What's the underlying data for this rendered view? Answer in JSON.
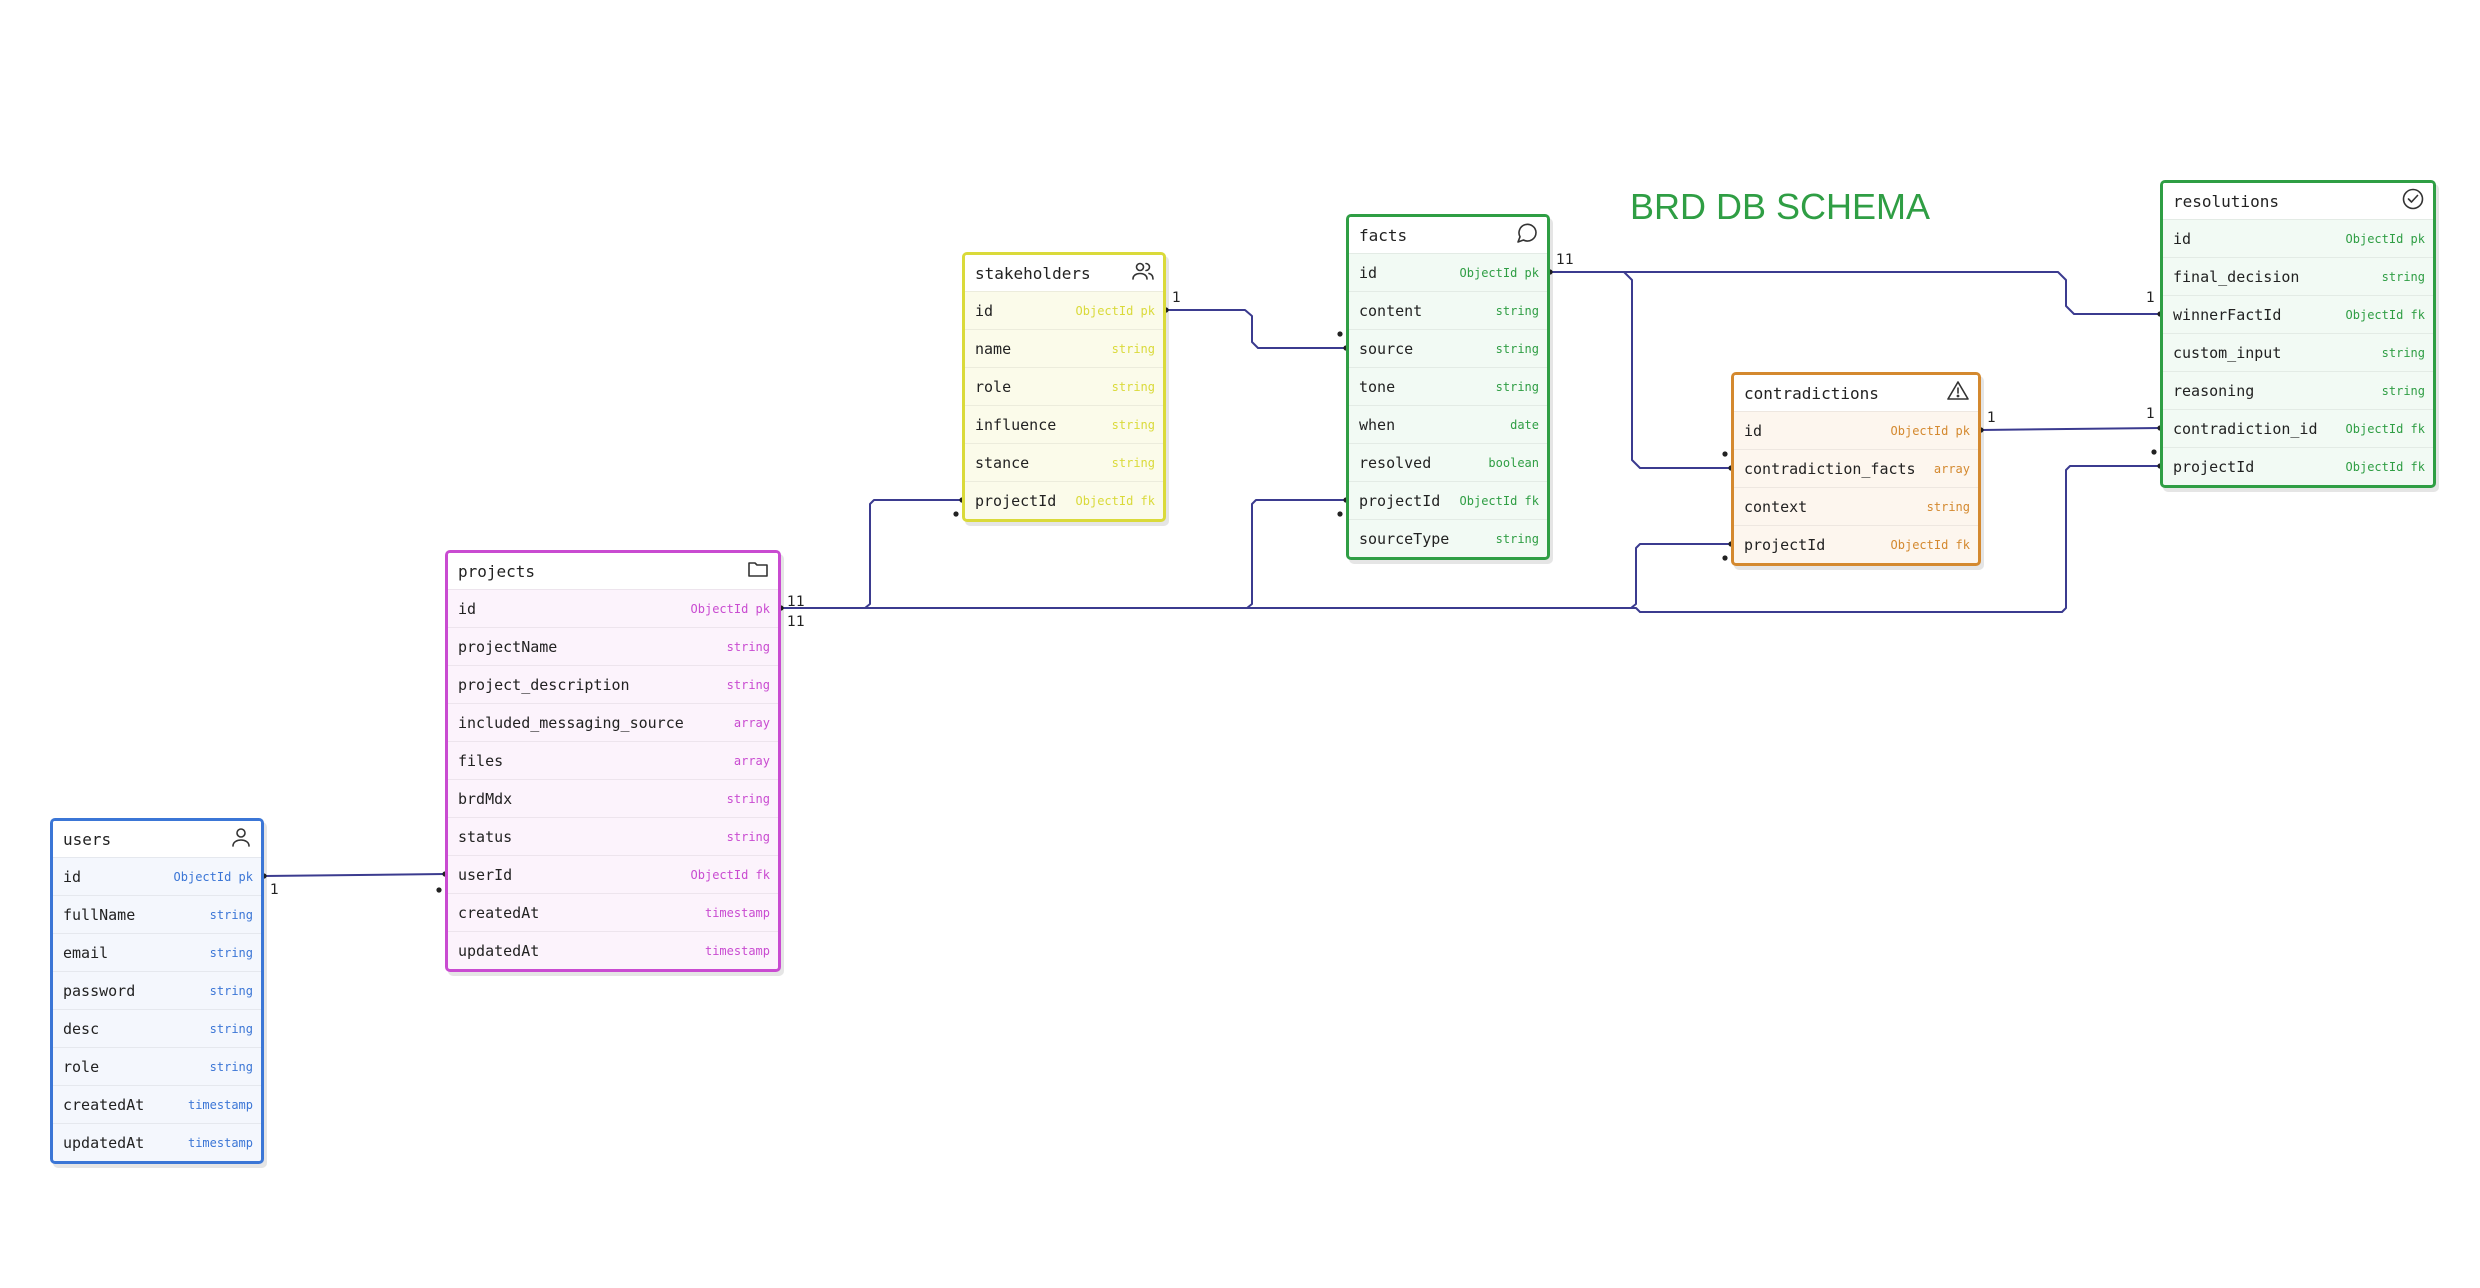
{
  "title": "BRD DB SCHEMA",
  "colors": {
    "users": "#3b76d6",
    "projects": "#c94bd1",
    "stakeholders": "#dada3a",
    "facts": "#2f9e44",
    "contradictions": "#d4892f",
    "resolutions": "#2f9e44",
    "connector": "#3b3b8f"
  },
  "tables": {
    "users": {
      "name": "users",
      "icon": "user-icon",
      "columns": [
        {
          "name": "id",
          "type": "ObjectId  pk"
        },
        {
          "name": "fullName",
          "type": "string"
        },
        {
          "name": "email",
          "type": "string"
        },
        {
          "name": "password",
          "type": "string"
        },
        {
          "name": "desc",
          "type": "string"
        },
        {
          "name": "role",
          "type": "string"
        },
        {
          "name": "createdAt",
          "type": "timestamp"
        },
        {
          "name": "updatedAt",
          "type": "timestamp"
        }
      ]
    },
    "projects": {
      "name": "projects",
      "icon": "folder-icon",
      "columns": [
        {
          "name": "id",
          "type": "ObjectId  pk"
        },
        {
          "name": "projectName",
          "type": "string"
        },
        {
          "name": "project_description",
          "type": "string"
        },
        {
          "name": "included_messaging_source",
          "type": "array"
        },
        {
          "name": "files",
          "type": "array"
        },
        {
          "name": "brdMdx",
          "type": "string"
        },
        {
          "name": "status",
          "type": "string"
        },
        {
          "name": "userId",
          "type": "ObjectId  fk"
        },
        {
          "name": "createdAt",
          "type": "timestamp"
        },
        {
          "name": "updatedAt",
          "type": "timestamp"
        }
      ]
    },
    "stakeholders": {
      "name": "stakeholders",
      "icon": "users-icon",
      "columns": [
        {
          "name": "id",
          "type": "ObjectId  pk"
        },
        {
          "name": "name",
          "type": "string"
        },
        {
          "name": "role",
          "type": "string"
        },
        {
          "name": "influence",
          "type": "string"
        },
        {
          "name": "stance",
          "type": "string"
        },
        {
          "name": "projectId",
          "type": "ObjectId  fk"
        }
      ]
    },
    "facts": {
      "name": "facts",
      "icon": "message-circle-icon",
      "columns": [
        {
          "name": "id",
          "type": "ObjectId  pk"
        },
        {
          "name": "content",
          "type": "string"
        },
        {
          "name": "source",
          "type": "string"
        },
        {
          "name": "tone",
          "type": "string"
        },
        {
          "name": "when",
          "type": "date"
        },
        {
          "name": "resolved",
          "type": "boolean"
        },
        {
          "name": "projectId",
          "type": "ObjectId  fk"
        },
        {
          "name": "sourceType",
          "type": "string"
        }
      ]
    },
    "contradictions": {
      "name": "contradictions",
      "icon": "alert-triangle-icon",
      "columns": [
        {
          "name": "id",
          "type": "ObjectId  pk"
        },
        {
          "name": "contradiction_facts",
          "type": "array"
        },
        {
          "name": "context",
          "type": "string"
        },
        {
          "name": "projectId",
          "type": "ObjectId  fk"
        }
      ]
    },
    "resolutions": {
      "name": "resolutions",
      "icon": "check-circle-icon",
      "columns": [
        {
          "name": "id",
          "type": "ObjectId  pk"
        },
        {
          "name": "final_decision",
          "type": "string"
        },
        {
          "name": "winnerFactId",
          "type": "ObjectId  fk"
        },
        {
          "name": "custom_input",
          "type": "string"
        },
        {
          "name": "reasoning",
          "type": "string"
        },
        {
          "name": "contradiction_id",
          "type": "ObjectId  fk"
        },
        {
          "name": "projectId",
          "type": "ObjectId  fk"
        }
      ]
    }
  },
  "cardinality": {
    "one": "1"
  }
}
